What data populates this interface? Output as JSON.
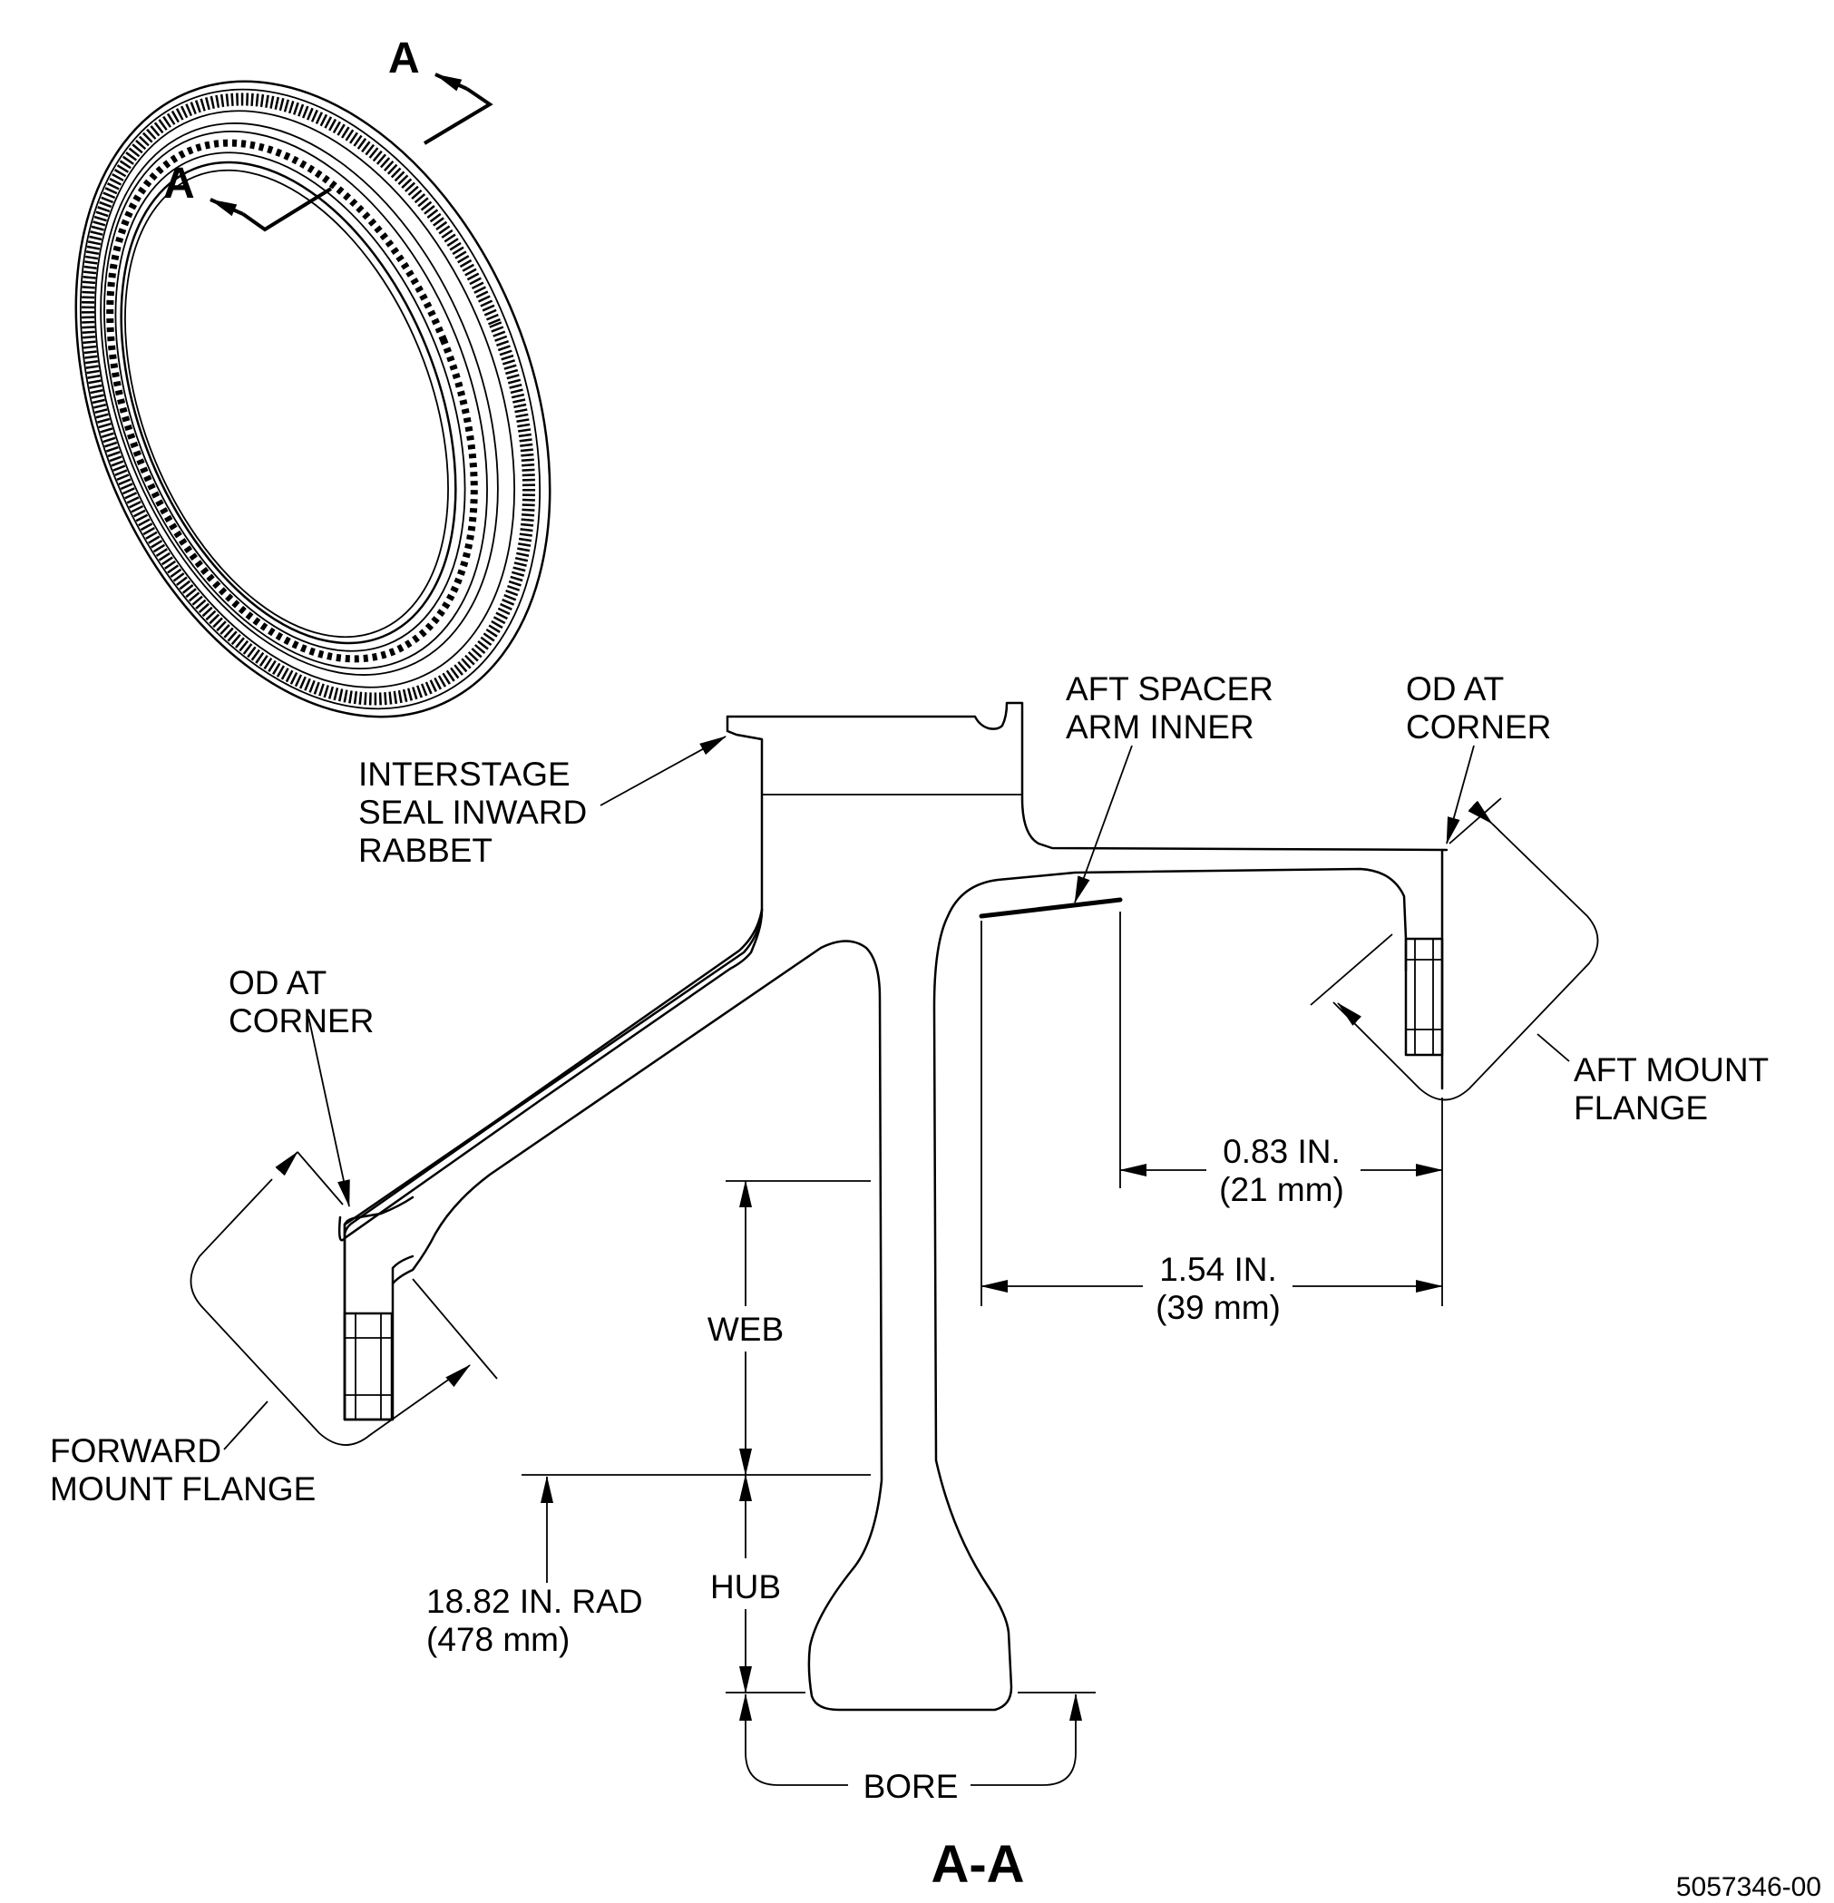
{
  "section_marks": {
    "upper": "A",
    "lower": "A"
  },
  "labels": {
    "interstage_line1": "INTERSTAGE",
    "interstage_line2": "SEAL INWARD",
    "interstage_line3": "RABBET",
    "aft_spacer_line1": "AFT SPACER",
    "aft_spacer_line2": "ARM INNER",
    "od_corner_aft_line1": "OD AT",
    "od_corner_aft_line2": "CORNER",
    "od_corner_fwd_line1": "OD AT",
    "od_corner_fwd_line2": "CORNER",
    "aft_mount_line1": "AFT MOUNT",
    "aft_mount_line2": "FLANGE",
    "fwd_mount_line1": "FORWARD",
    "fwd_mount_line2": "MOUNT FLANGE",
    "web": "WEB",
    "hub": "HUB",
    "bore": "BORE"
  },
  "dimensions": {
    "d1_in": "0.83 IN.",
    "d1_mm": "(21 mm)",
    "d2_in": "1.54 IN.",
    "d2_mm": "(39 mm)",
    "rad_in": "18.82 IN. RAD",
    "rad_mm": "(478 mm)"
  },
  "view_title": "A-A",
  "document_number": "5057346-00"
}
